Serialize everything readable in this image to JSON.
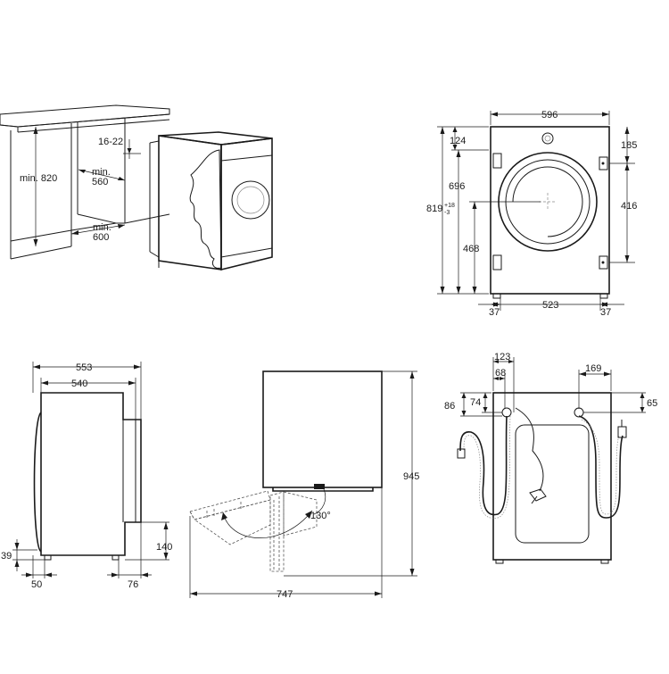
{
  "views": {
    "cabinet": {
      "height_label": "min. 820",
      "gap_label": "16-22",
      "depth_label_1": "min.",
      "depth_label_2": "560",
      "width_label_1": "min.",
      "width_label_2": "600"
    },
    "front": {
      "width": "596",
      "top_to_door": "124",
      "door_height": "696",
      "total_height": "819",
      "total_height_tol_plus": "+18",
      "total_height_tol_minus": "-3",
      "door_center": "468",
      "hinge_top": "185",
      "hinge_spacing": "416",
      "foot_left": "37",
      "foot_spacing": "523",
      "foot_right": "37"
    },
    "side": {
      "depth_total": "553",
      "depth_body": "540",
      "kick_height": "140",
      "foot_height": "39",
      "front_offset": "50",
      "rear_offset": "76"
    },
    "door_open": {
      "height": "945",
      "open_depth": "747",
      "angle": "130°"
    },
    "rear": {
      "drain_offset": "123",
      "drain_inner": "68",
      "inlet_offset": "169",
      "drain_height_1": "86",
      "drain_height_2": "74",
      "inlet_height": "65"
    }
  }
}
